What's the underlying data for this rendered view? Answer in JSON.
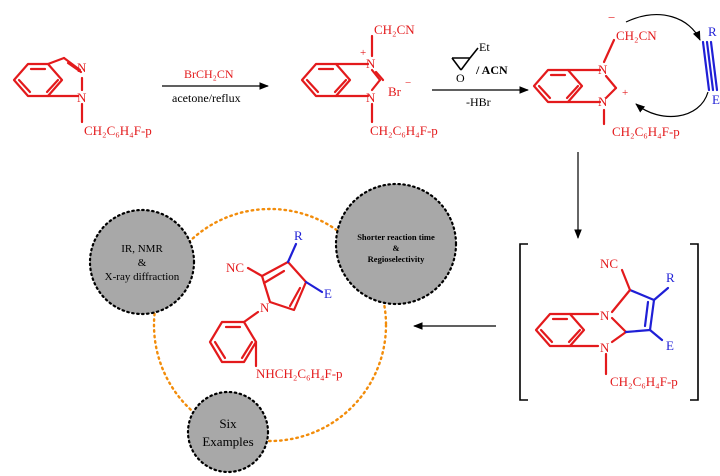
{
  "reagents": {
    "step1_top": "BrCH₂CN",
    "step1_bottom": "acetone/reflux",
    "step2_epoxide_sub": "Et",
    "step2_solvent": "/ ACN",
    "step2_bottom": "-HBr"
  },
  "labels": {
    "n_atom": "N",
    "o_atom": "O",
    "substituent_fluorobenzyl": "CH₂C₆H₄F-p",
    "substituent_cyanomethyl": "CH₂CN",
    "bromide": "Br",
    "charge_plus": "+",
    "charge_minus": "−",
    "alkyne_r": "R",
    "alkyne_e": "E",
    "nitrile": "NC",
    "product_amine": "NHCH₂C₆H₄F-p"
  },
  "bubbles": {
    "characterization": [
      "IR, NMR",
      "&",
      "X-ray diffraction"
    ],
    "advantages": [
      "Shorter reaction time",
      "&",
      "Regioselectivity"
    ],
    "scope": [
      "Six",
      "Examples"
    ]
  },
  "colors": {
    "scaffold": "#e31a1c",
    "alkyne": "#1f1fd6",
    "dotted_circle": "#f28c0a",
    "bubble_fill": "#a8a8a8"
  }
}
